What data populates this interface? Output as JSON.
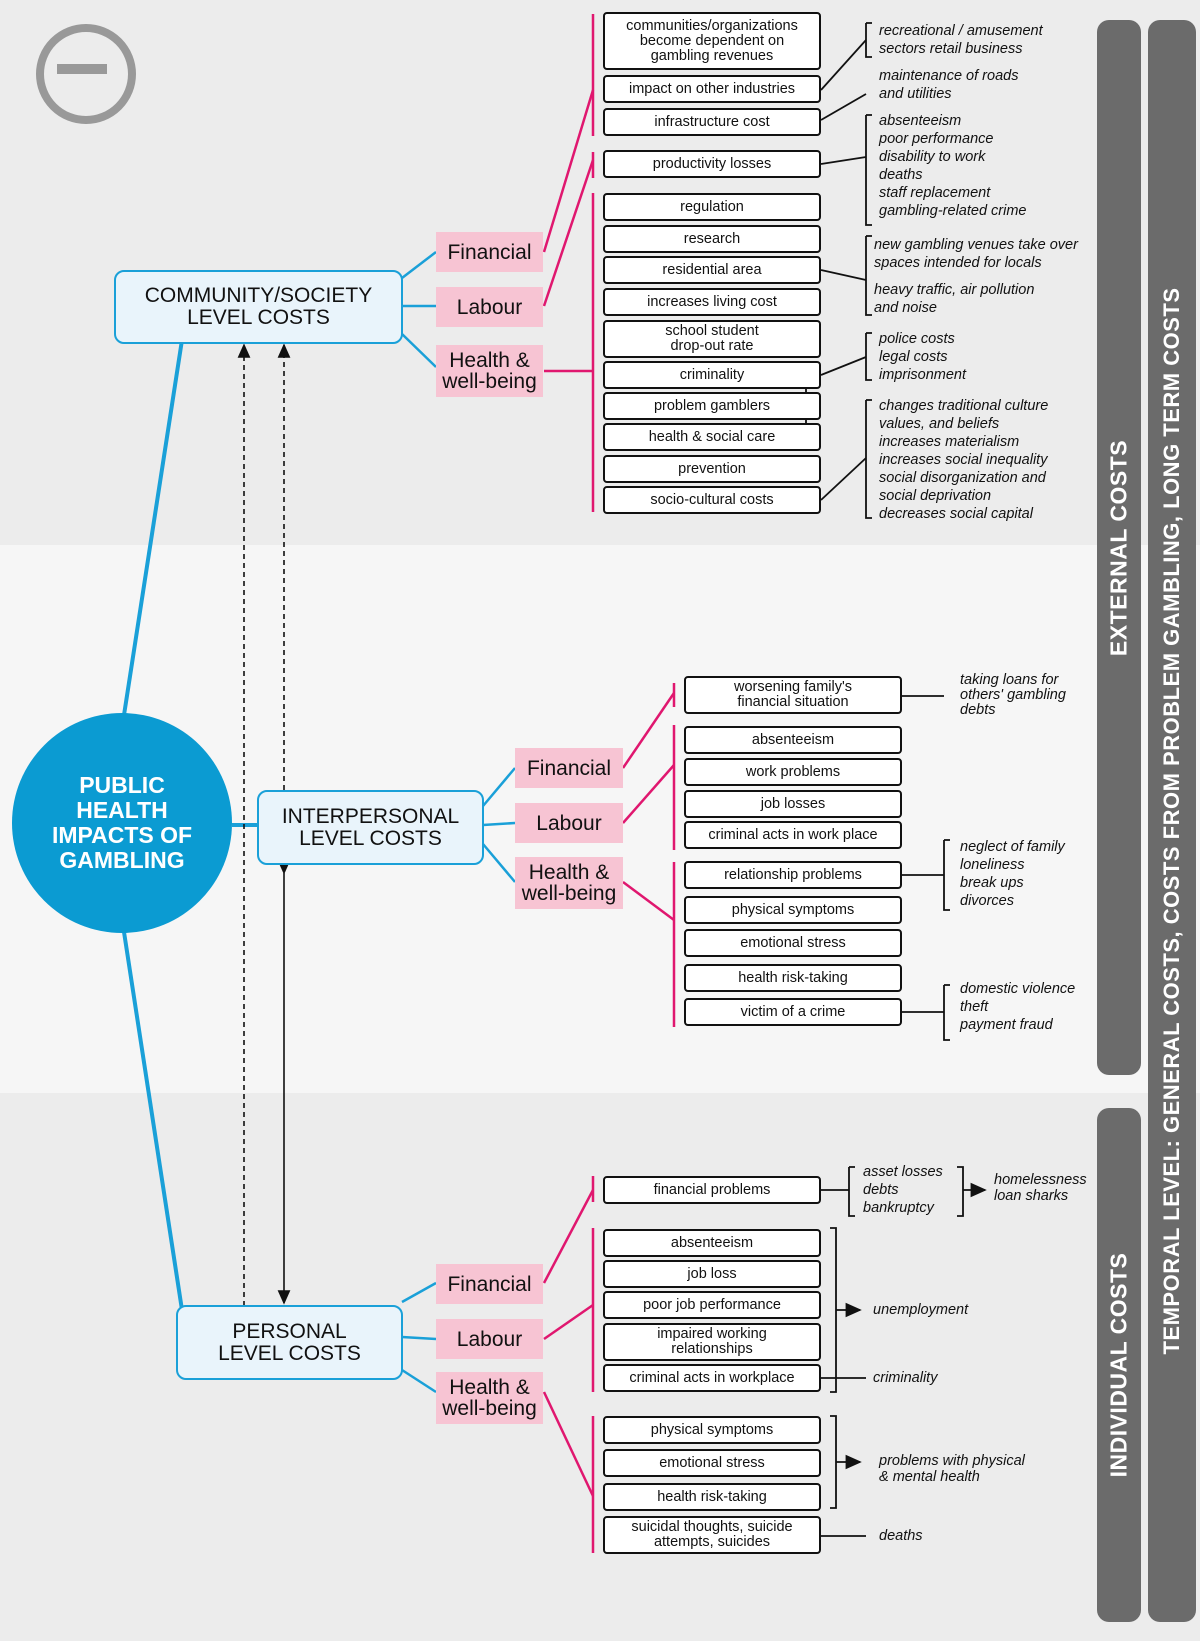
{
  "center": "PUBLIC\nHEALTH\nIMPACTS OF\nGAMBLING",
  "icon": "minus-circle-icon",
  "levels": {
    "community": "COMMUNITY/SOCIETY\nLEVEL COSTS",
    "interpersonal": "INTERPERSONAL\nLEVEL COSTS",
    "personal": "PERSONAL\nLEVEL COSTS"
  },
  "categories": {
    "financial": "Financial",
    "labour": "Labour",
    "health": "Health &\nwell-being"
  },
  "community_items": [
    "communities/organizations\nbecome dependent on\ngambling revenues",
    "impact on other industries",
    "infrastructure cost",
    "productivity losses",
    "regulation",
    "research",
    "residential area",
    "increases living cost",
    "school student\ndrop-out rate",
    "criminality",
    "problem gamblers",
    "health & social care",
    "prevention",
    "socio-cultural costs"
  ],
  "community_notes": [
    "recreational / amusement\nsectors retail business",
    "maintenance of roads\nand utilities",
    "absenteeism\npoor performance\ndisability to work\ndeaths\nstaff replacement\ngambling-related crime",
    "new gambling venues take over\nspaces intended for locals",
    "heavy traffic, air pollution\nand noise",
    "police costs\nlegal costs\nimprisonment",
    "changes traditional culture\nvalues, and beliefs\nincreases materialism\nincreases social inequality\nsocial disorganization and\nsocial deprivation\ndecreases social capital"
  ],
  "interpersonal_items": [
    "worsening family's\nfinancial situation",
    "absenteeism",
    "work problems",
    "job losses",
    "criminal acts in work place",
    "relationship problems",
    "physical symptoms",
    "emotional stress",
    "health risk-taking",
    "victim of a crime"
  ],
  "interpersonal_notes": [
    "taking loans for\nothers' gambling\ndebts",
    "neglect of family\nloneliness\nbreak ups\ndivorces",
    "domestic violence\ntheft\npayment fraud"
  ],
  "personal_items": [
    "financial problems",
    "absenteeism",
    "job loss",
    "poor job performance",
    "impaired working\nrelationships",
    "criminal acts in workplace",
    "physical symptoms",
    "emotional stress",
    "health risk-taking",
    "suicidal thoughts, suicide\nattempts, suicides"
  ],
  "personal_notes": [
    "asset losses\ndebts\nbankruptcy",
    "homelessness\nloan sharks",
    "unemployment",
    "criminality",
    "problems with physical\n& mental health",
    "deaths"
  ],
  "bars": {
    "external": "EXTERNAL COSTS",
    "individual": "INDIVIDUAL COSTS",
    "temporal": "TEMPORAL LEVEL: GENERAL COSTS, COSTS FROM PROBLEM GAMBLING, LONG TERM COSTS"
  },
  "colors": {
    "blue": "#0b9bd2",
    "pink": "#e0176f",
    "pink_fill": "#f7c4d3",
    "bar": "#6b6b6b"
  }
}
